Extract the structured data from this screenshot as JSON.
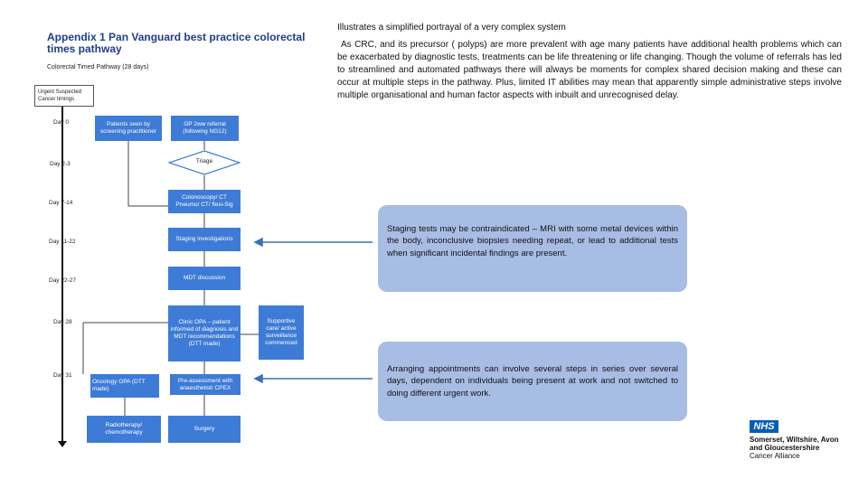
{
  "diagram": {
    "title": "Appendix 1 Pan Vanguard best practice colorectal times pathway",
    "subtitle": "Colorectal Timed Pathway (28 days)",
    "legend": "Urgent Suspected Cancer timings",
    "days": [
      "Day 0",
      "Day 2-3",
      "Day 7-14",
      "Day 11-22",
      "Day 22-27",
      "Day 28",
      "Day 31"
    ],
    "boxes": {
      "screening": "Patients seen by screening practitioner",
      "gp_referral": "GP 2ww referral (following NG12)",
      "triage": "Triage",
      "colonoscopy": "Colonoscopy/ CT Pneumo/ CT/ flexi-Sig",
      "staging": "Staging investigations",
      "mdt": "MDT discussion",
      "clinic": "Clinic OPA – patient informed of diagnosis and MDT recommendations (DTT made)",
      "supportive": "Supportive care/ active surveillance commenced",
      "oncology": "Oncology OPA (DTT made)",
      "preassessment": "Pre-assessment with anaesthetist/ CPEX",
      "radiotherapy": "Radiotherapy/ chemotherapy",
      "surgery": "Surgery"
    }
  },
  "text": {
    "heading": "Illustrates a simplified portrayal of a very complex system",
    "paragraph": "As CRC, and its precursor ( polyps) are more prevalent with age many patients have additional health problems which can be exacerbated by diagnostic tests, treatments can be life threatening or life changing. Though the volume of referrals has led to streamlined and automated pathways there will always be moments for complex shared decision making and these can occur at multiple steps in the pathway. Plus, limited IT abilities may mean that apparently simple administrative steps involve multiple organisational and human factor aspects with inbuilt and unrecognised delay.",
    "callout_staging": "Staging tests may be contraindicated – MRI with some metal devices within the body, inconclusive biopsies needing repeat, or lead to additional tests when significant incidental findings are present.",
    "callout_appointments": "Arranging appointments can involve several steps in series over several days, dependent on individuals being present at work and not switched to doing different urgent work."
  },
  "logo": {
    "badge": "NHS",
    "line1": "Somerset, Wiltshire, Avon",
    "line2": "and Gloucestershire",
    "line3": "Cancer Alliance"
  },
  "colors": {
    "box_blue": "#3d7bd6",
    "title_blue": "#1f3e86",
    "callout_blue": "#a8bde4",
    "nhs_blue": "#005eb8"
  }
}
